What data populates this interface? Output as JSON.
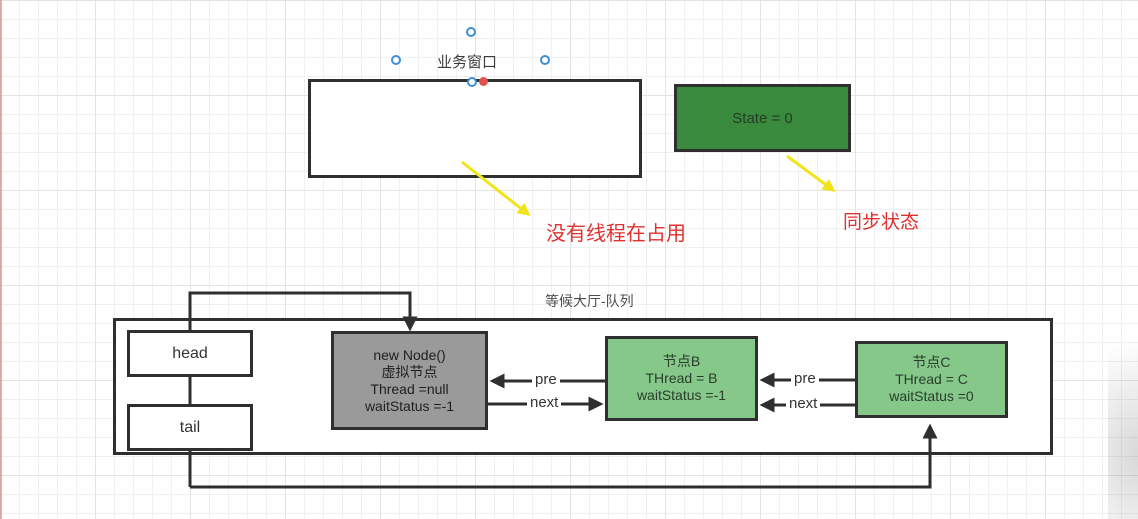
{
  "colors": {
    "state_green": "#3a8a3e",
    "node_green": "#85c88a",
    "node_gray": "#9a9a9a",
    "annotation_red": "#e03030",
    "arrow_yellow": "#f2e41a",
    "selection_blue": "#3f8fd6",
    "handle_red_dot": "#e0524f",
    "line_dark": "#2f2f2f"
  },
  "business_window": {
    "label": "业务窗口"
  },
  "state_box": {
    "label": "State = 0"
  },
  "annotations": {
    "no_thread": "没有线程在占用",
    "sync_state": "同步状态"
  },
  "queue": {
    "title": "等候大厅-队列",
    "head_label": "head",
    "tail_label": "tail",
    "nodes": [
      {
        "lines": [
          "new Node()",
          "虚拟节点",
          "Thread =null",
          "waitStatus =-1"
        ]
      },
      {
        "lines": [
          "节点B",
          "THread = B",
          "waitStatus =-1"
        ]
      },
      {
        "lines": [
          "节点C",
          "THread = C",
          "waitStatus =0"
        ]
      }
    ],
    "edges": {
      "pre_b_to_dummy": "pre",
      "next_dummy_to_b": "next",
      "pre_c_to_b": "pre",
      "next_c_to_b": "next"
    }
  }
}
